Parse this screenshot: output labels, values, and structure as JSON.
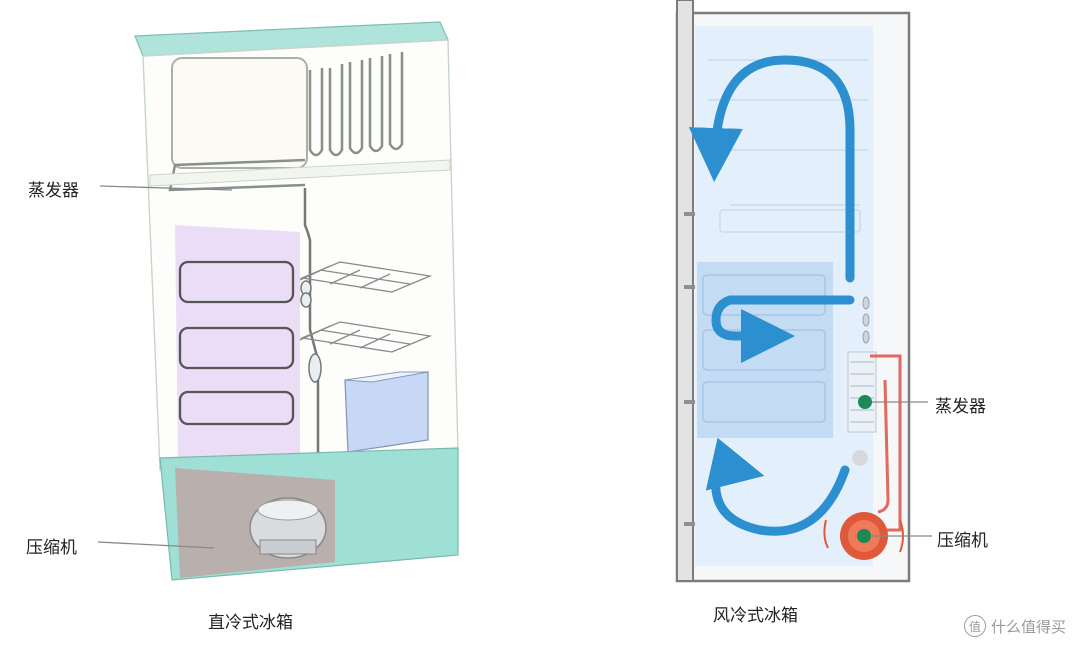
{
  "left_diagram": {
    "caption": "直冷式冰箱",
    "labels": {
      "evaporator": "蒸发器",
      "compressor": "压缩机"
    }
  },
  "right_diagram": {
    "caption": "风冷式冰箱",
    "labels": {
      "evaporator": "蒸发器",
      "compressor": "压缩机"
    }
  },
  "watermark": {
    "text": "什么值得买",
    "badge": "值"
  },
  "colors": {
    "top_panel": "#aee4dc",
    "base_panel": "#9fe0d6",
    "lavender": "#e8d7f3",
    "crisper_blue": "#c6d8f6",
    "cabinet_light_blue": "#e3f0fb",
    "freezer_blue": "#c3dcf3",
    "airflow_arrow": "#2b8fd0",
    "evaporator_dot": "#1d8a55",
    "compressor_red": "#e0583a",
    "refrigerant_line": "#e06a5e"
  }
}
